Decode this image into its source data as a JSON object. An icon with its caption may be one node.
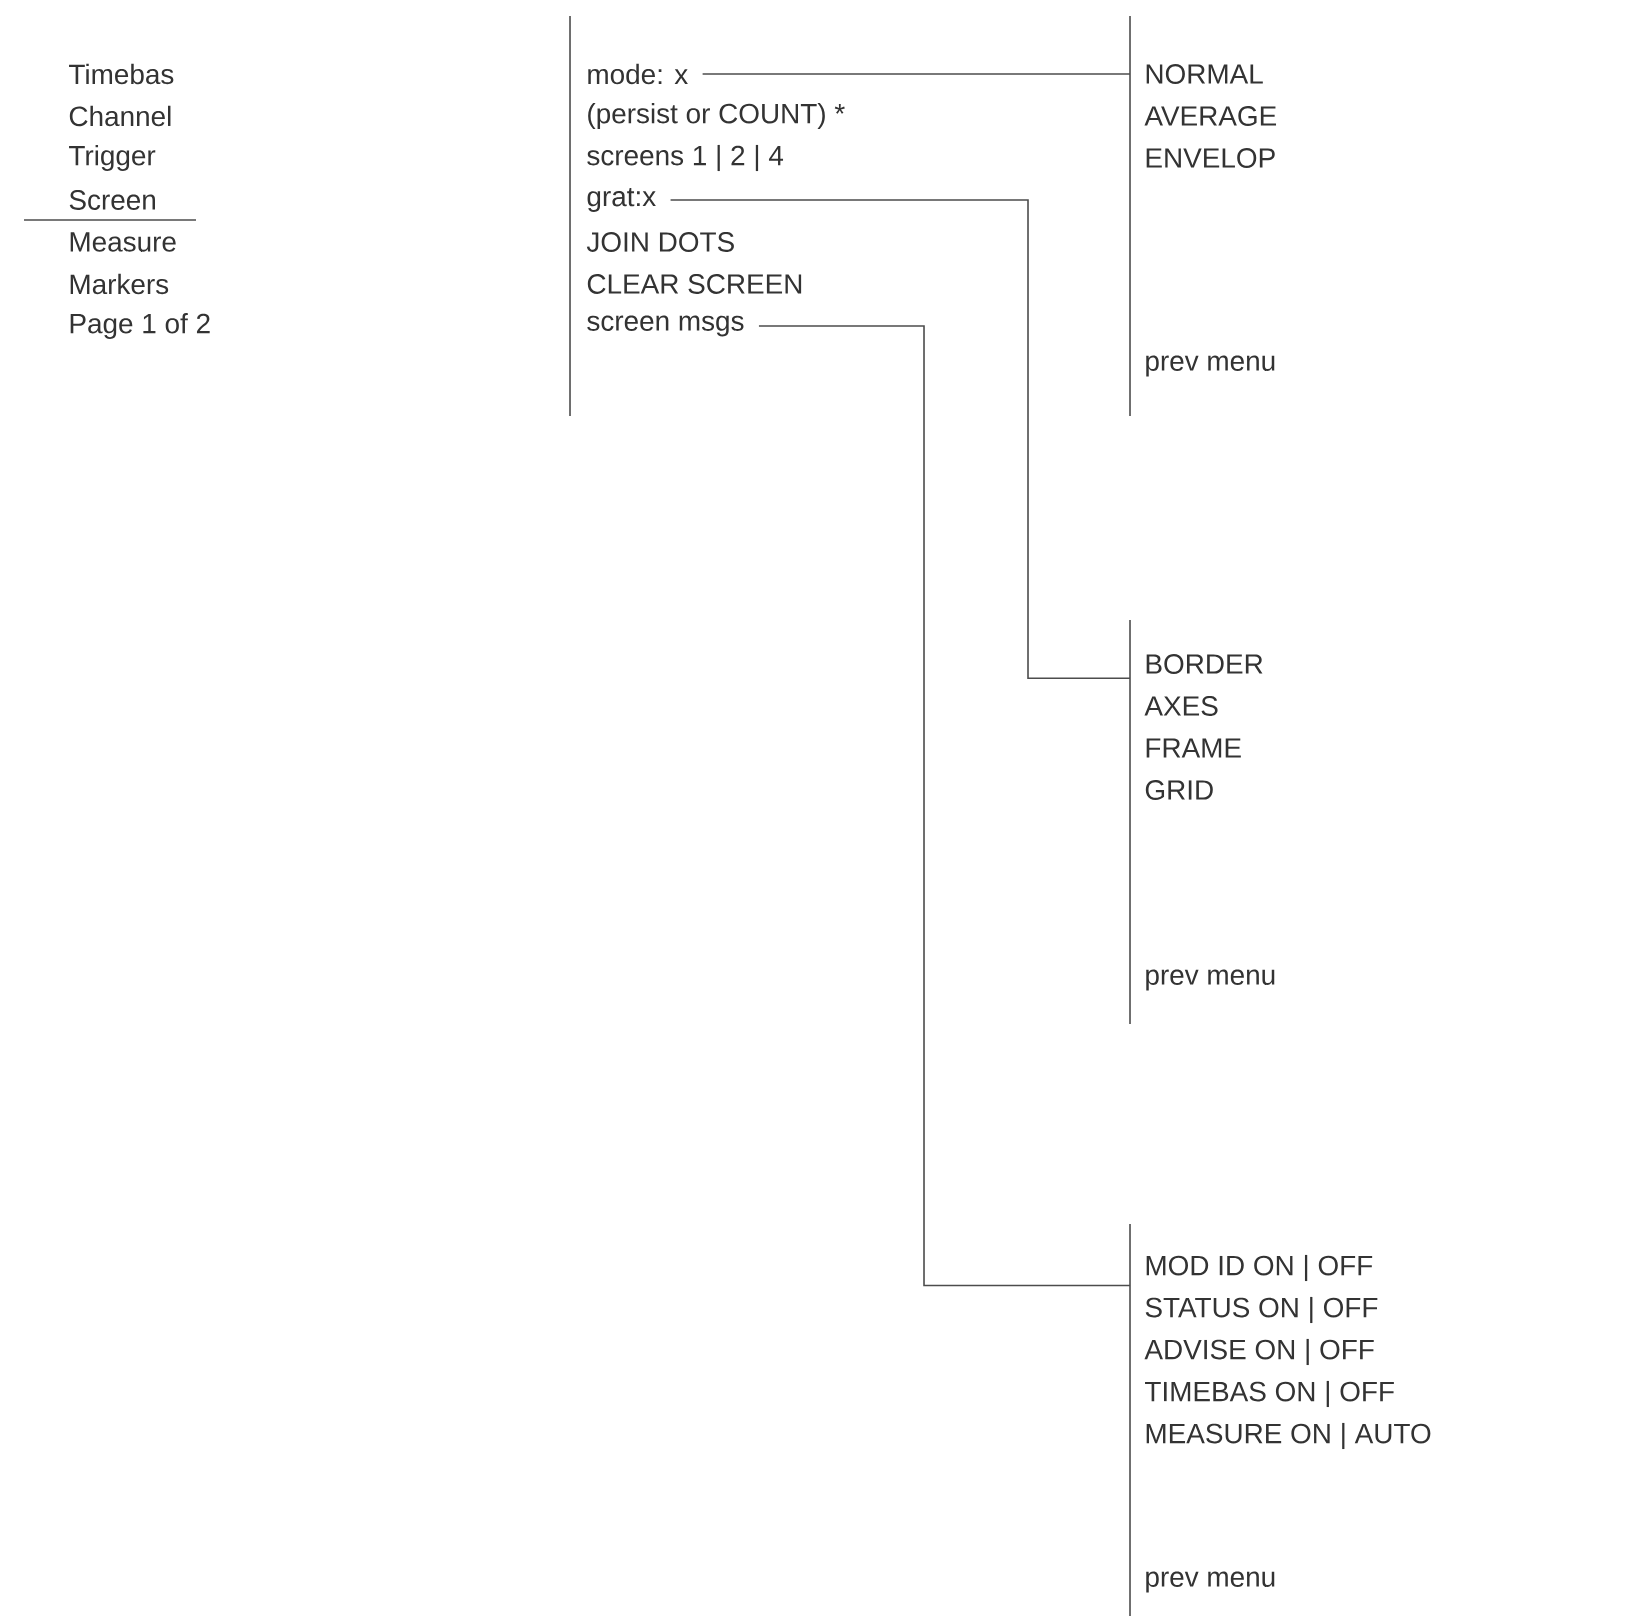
{
  "diagram": {
    "nodes": [
      {
        "text": [
          "Timebas"
        ]
      },
      {
        "text": [
          "Channel"
        ]
      },
      {
        "text": [
          "Trigger"
        ]
      },
      {
        "text": [
          "Screen"
        ]
      },
      {
        "text": [
          "Measure"
        ]
      },
      {
        "text": [
          "Markers"
        ]
      },
      {
        "text": [
          "Page 1 of 2"
        ]
      },
      {
        "text": [
          "mode: x"
        ]
      },
      {
        "text": [
          "(persist or COUNT) *"
        ]
      },
      {
        "text": [
          "screens 1 | 2 | 4"
        ]
      },
      {
        "text": [
          "grat:x"
        ]
      },
      {
        "text": [
          "JOIN DOTS"
        ]
      },
      {
        "text": [
          "CLEAR SCREEN"
        ]
      },
      {
        "text": [
          "screen msgs"
        ]
      },
      {
        "text": [
          "NORMAL"
        ]
      },
      {
        "text": [
          "AVERAGE"
        ]
      },
      {
        "text": [
          "ENVELOP"
        ]
      },
      {
        "text": [
          "prev menu"
        ]
      },
      {
        "text": [
          "BORDER"
        ]
      },
      {
        "text": [
          "AXES"
        ]
      },
      {
        "text": [
          "FRAME"
        ]
      },
      {
        "text": [
          "GRID"
        ]
      },
      {
        "text": [
          "prev menu"
        ]
      },
      {
        "text": [
          "MOD ID ON | OFF"
        ]
      },
      {
        "text": [
          "STATUS ON | OFF"
        ]
      },
      {
        "text": [
          "ADVISE ON | OFF"
        ]
      },
      {
        "text": [
          "TIMEBAS ON | OFF"
        ]
      },
      {
        "text": [
          "MEASURE ON | AUTO"
        ]
      },
      {
        "text": [
          "prev menu"
        ]
      }
    ],
    "edges": [
      {
        "from": 7,
        "to": 14,
        "arrow": "none"
      },
      {
        "from": 10,
        "to": 18,
        "arrow": "none"
      },
      {
        "from": 13,
        "to": 23,
        "arrow": "none"
      }
    ]
  }
}
